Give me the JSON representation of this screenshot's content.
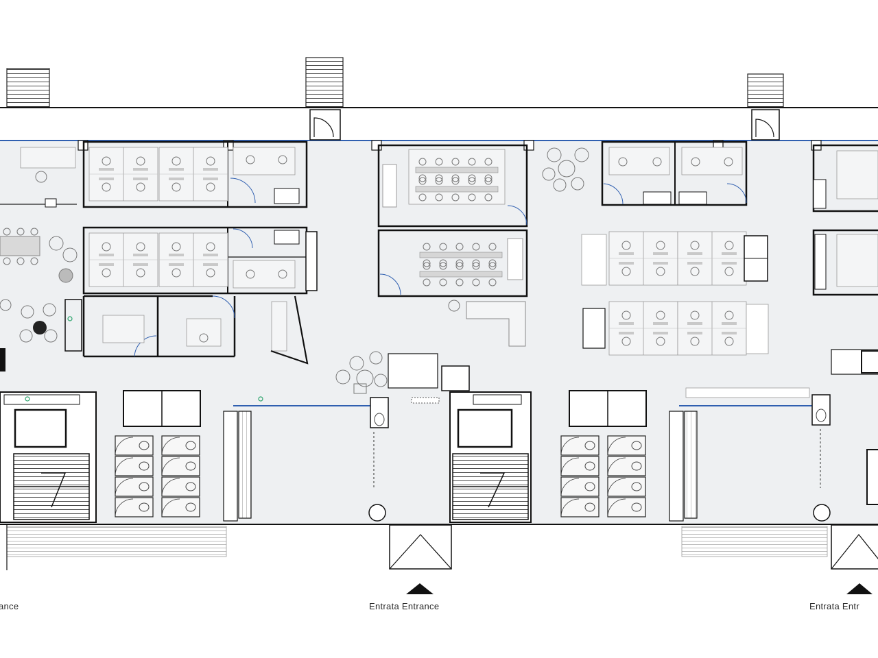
{
  "floor_plan": {
    "colors": {
      "background": "#ffffff",
      "floor_fill": "#eef0f2",
      "wall": "#111111",
      "furniture": "#8c8c8c",
      "glass": "#2f5fb0",
      "accent_green": "#2aa36b"
    },
    "entrances": [
      {
        "label": "ance"
      },
      {
        "label": "Entrata Entrance"
      },
      {
        "label": "Entrata Entr"
      }
    ]
  }
}
